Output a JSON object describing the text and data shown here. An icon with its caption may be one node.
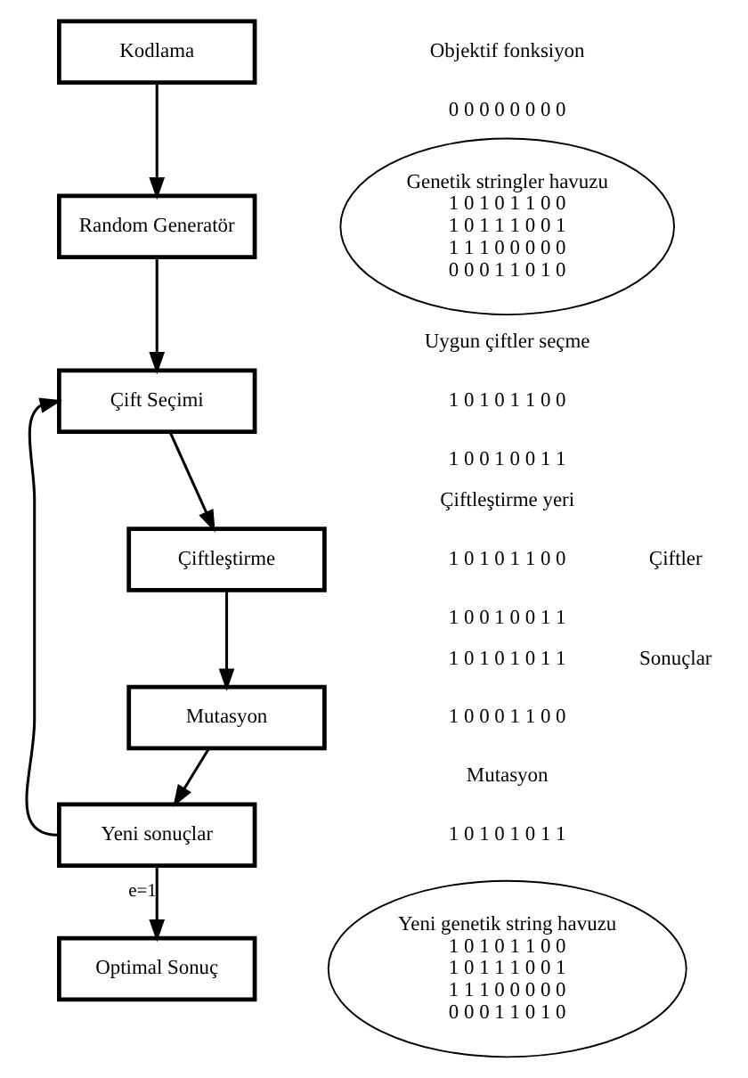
{
  "diagram": {
    "nodes": [
      {
        "text": [
          "Kodlama"
        ]
      },
      {
        "text": [
          "Random Generatör"
        ]
      },
      {
        "text": [
          "Çift Seçimi"
        ]
      },
      {
        "text": [
          "Çiftleştirme"
        ]
      },
      {
        "text": [
          "Mutasyon"
        ]
      },
      {
        "text": [
          "Yeni sonuçlar"
        ]
      },
      {
        "text": [
          "Optimal Sonuç"
        ]
      },
      {
        "text": [
          "Genetik stringler havuzu",
          "1 0 1 0 1 1 0 0",
          "1 0 1 1 1 0 0 1",
          "1 1 1 0 0 0 0 0",
          "0 0 0 1 1 0 1 0"
        ]
      },
      {
        "text": [
          "Yeni genetik string havuzu",
          "1 0 1 0 1 1 0 0",
          "1 0 1 1 1 0 0 1",
          "1 1 1 0 0 0 0 0",
          "0 0 0 1 1 0 1 0"
        ]
      }
    ],
    "edges": [
      {
        "from": 0,
        "to": 1,
        "arrow": "to"
      },
      {
        "from": 1,
        "to": 2,
        "arrow": "to"
      },
      {
        "from": 2,
        "to": 3,
        "arrow": "to"
      },
      {
        "from": 3,
        "to": 4,
        "arrow": "to"
      },
      {
        "from": 4,
        "to": 5,
        "arrow": "to"
      },
      {
        "from": 5,
        "to": 2,
        "arrow": "to"
      },
      {
        "from": 5,
        "to": 6,
        "arrow": "to",
        "label": "e=1"
      }
    ],
    "labels": [
      "Objektif fonksiyon",
      "0 0 0 0 0 0 0 0",
      "Uygun çiftler seçme",
      "1 0 1 0 1 1 0 0",
      "1 0 0 1 0 0 1 1",
      "Çiftleştirme yeri",
      "1 0 1 0 1 1 0 0",
      "Çiftler",
      "1 0 0 1 0 0 1 1",
      "1 0 1 0 1 0 1 1",
      "Sonuçlar",
      "1 0 0 0 1 1 0 0",
      "Mutasyon",
      "1 0 1 0 1 0 1 1"
    ]
  }
}
